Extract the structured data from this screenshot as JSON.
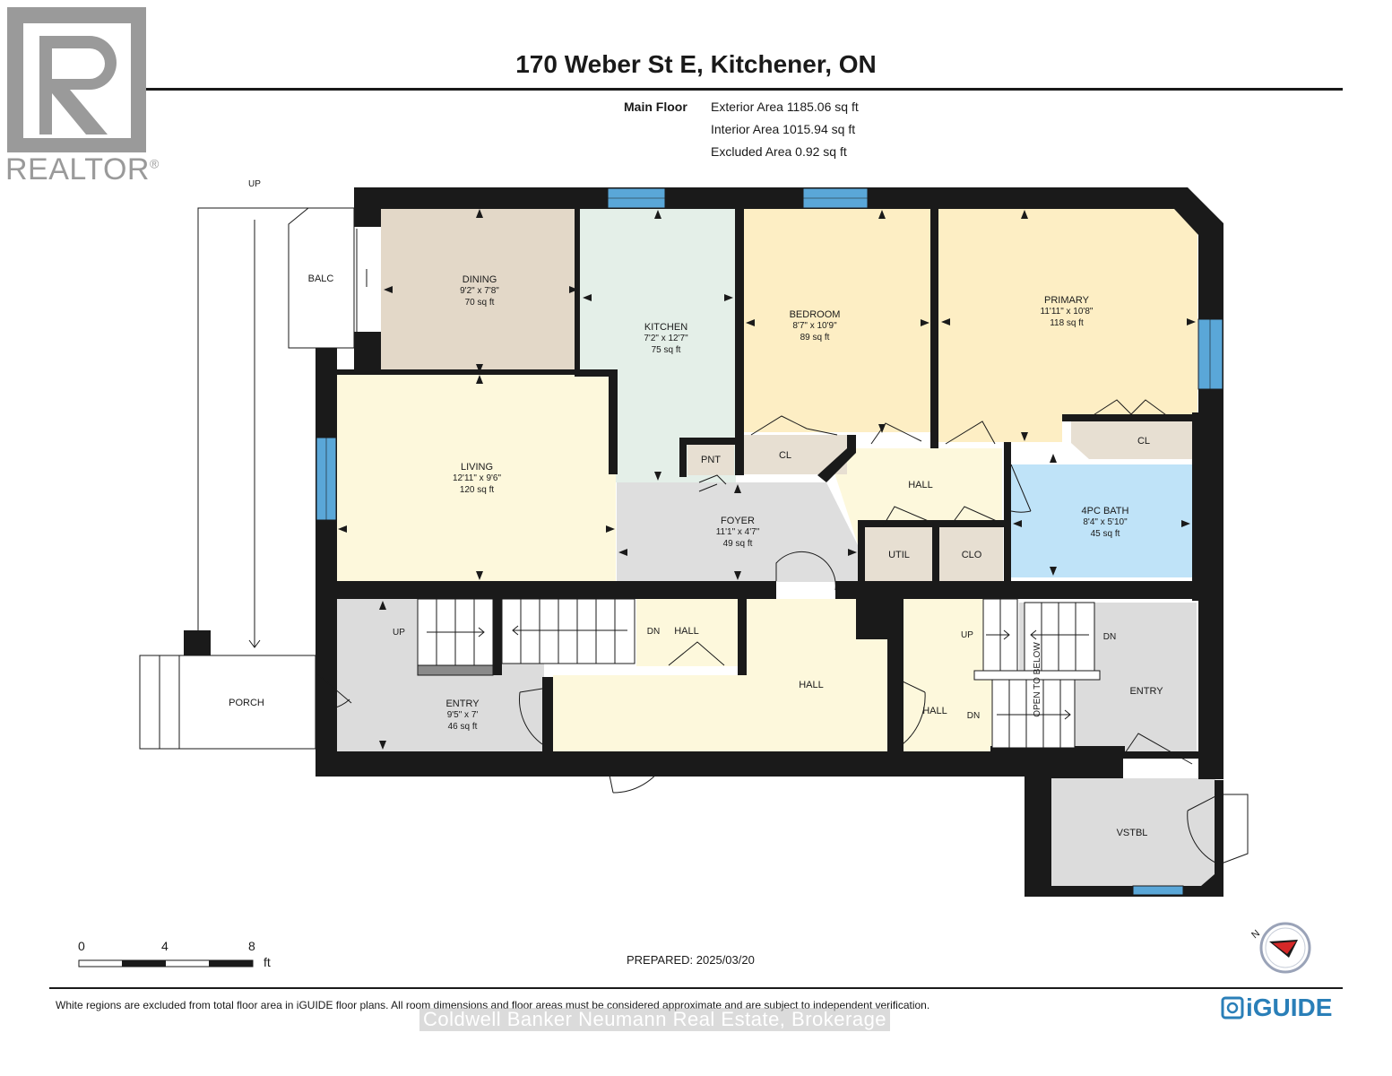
{
  "header": {
    "title": "170 Weber St E, Kitchener, ON",
    "floor_name": "Main Floor",
    "exterior_area": "Exterior Area 1185.06 sq ft",
    "interior_area": "Interior Area 1015.94 sq ft",
    "excluded_area": "Excluded Area 0.92 sq ft"
  },
  "logos": {
    "realtor_text": "REALTOR",
    "realtor_reg": "®",
    "iguide_text": "iGUIDE",
    "iguide_icon": "iguide-logo-icon",
    "realtor_icon": "realtor-r-logo"
  },
  "rooms": {
    "dining": {
      "name": "DINING",
      "dims": "9'2\" x 7'8\"",
      "area": "70 sq ft"
    },
    "kitchen": {
      "name": "KITCHEN",
      "dims": "7'2\" x 12'7\"",
      "area": "75 sq ft"
    },
    "bedroom": {
      "name": "BEDROOM",
      "dims": "8'7\" x 10'9\"",
      "area": "89 sq ft"
    },
    "primary": {
      "name": "PRIMARY",
      "dims": "11'11\" x 10'8\"",
      "area": "118 sq ft"
    },
    "living": {
      "name": "LIVING",
      "dims": "12'11\" x 9'6\"",
      "area": "120 sq ft"
    },
    "foyer": {
      "name": "FOYER",
      "dims": "11'1\" x 4'7\"",
      "area": "49 sq ft"
    },
    "bath": {
      "name": "4PC BATH",
      "dims": "8'4\" x 5'10\"",
      "area": "45 sq ft"
    },
    "entry_left": {
      "name": "ENTRY",
      "dims": "9'5\" x 7'",
      "area": "46 sq ft"
    },
    "balc": "BALC",
    "porch": "PORCH",
    "pnt": "PNT",
    "cl_bedroom": "CL",
    "cl_primary": "CL",
    "hall_upper": "HALL",
    "util": "UTIL",
    "clo": "CLO",
    "hall_stair": "HALL",
    "hall_center": "HALL",
    "hall_right": "HALL",
    "entry_right": "ENTRY",
    "vstbl": "VSTBL",
    "open_to_below": "OPEN TO BELOW",
    "up_top": "UP",
    "up_entry": "UP",
    "dn_stair": "DN",
    "up_right": "UP",
    "dn_right_top": "DN",
    "dn_right_bottom": "DN"
  },
  "scale": {
    "n0": "0",
    "n4": "4",
    "n8": "8",
    "unit": "ft"
  },
  "compass": {
    "letter": "N"
  },
  "footer": {
    "prepared": "PREPARED: 2025/03/20",
    "disclaimer": "White regions are excluded from total floor area in iGUIDE floor plans. All room dimensions and floor areas must be considered approximate and are subject to independent verification.",
    "brokerage": "Coldwell Banker Neumann Real Estate, Brokerage"
  },
  "colors": {
    "wall": "#1a1a1a",
    "dining": "#e3d8c8",
    "kitchen": "#e4efe8",
    "bedroom": "#fdeec4",
    "primary": "#fdeec4",
    "living": "#fdf8dc",
    "foyer": "#dedede",
    "bath": "#bfe3f8",
    "hall": "#fdf8dc",
    "closet": "#e7dfd2",
    "entry": "#dcdcdc",
    "window": "#5aa7d8",
    "iguide": "#2a7fb8"
  }
}
